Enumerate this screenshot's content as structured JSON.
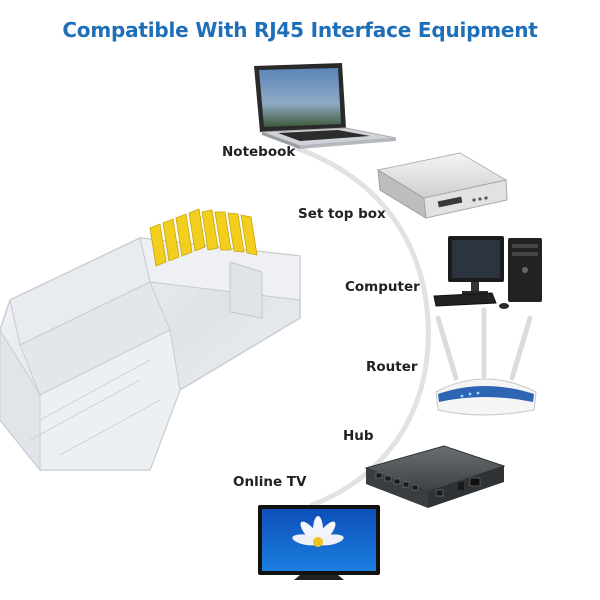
{
  "title": "Compatible With RJ45 Interface Equipment",
  "colors": {
    "title": "#1f6fb8",
    "label": "#222222",
    "arc": "#e2e2e2",
    "connector_pins": "#f2cf1c",
    "router_band": "#2d64b4",
    "screen_blue": "#1c6fd6"
  },
  "devices": [
    {
      "label": "Notebook",
      "icon": "laptop-icon"
    },
    {
      "label": "Set top box",
      "icon": "set-top-box-icon"
    },
    {
      "label": "Computer",
      "icon": "desktop-computer-icon"
    },
    {
      "label": "Router",
      "icon": "wifi-router-icon"
    },
    {
      "label": "Hub",
      "icon": "network-hub-icon"
    },
    {
      "label": "Online TV",
      "icon": "tv-icon"
    }
  ]
}
